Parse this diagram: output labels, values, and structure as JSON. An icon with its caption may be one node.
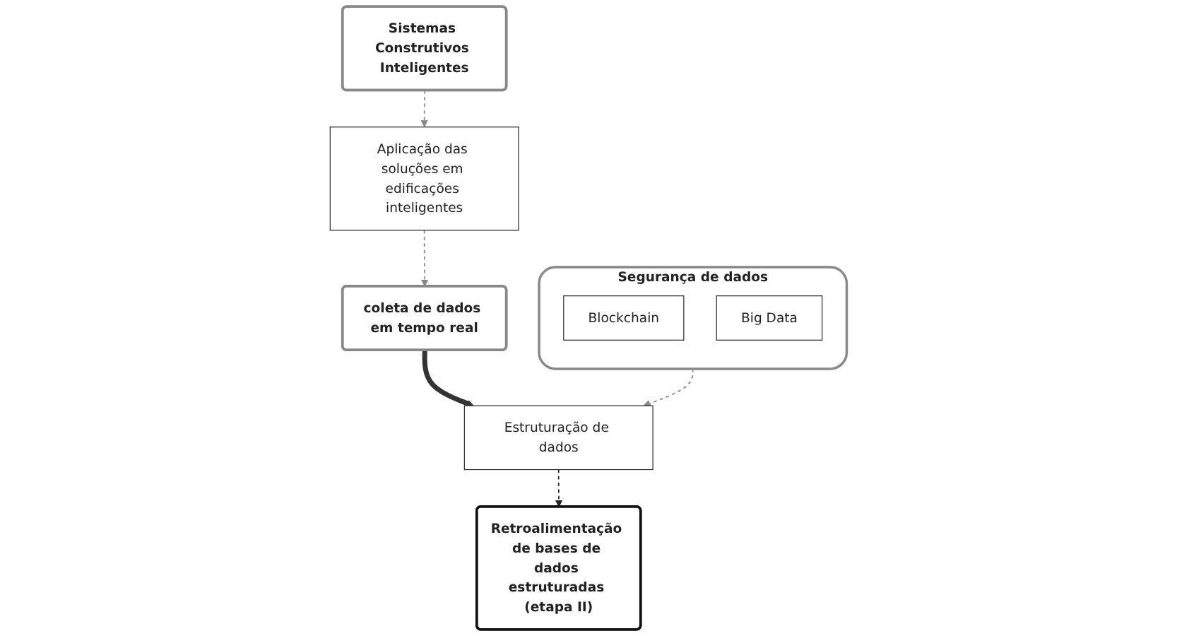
{
  "diagram": {
    "nodes": [
      {
        "text": [
          "Sistemas Construtivos Inteligentes"
        ]
      },
      {
        "text": [
          "Aplicação das soluções em edificações inteligentes"
        ]
      },
      {
        "text": [
          "Segurança de dados"
        ]
      },
      {
        "text": [
          "Blockchain"
        ],
        "in": 2
      },
      {
        "text": [
          "Big Data"
        ],
        "in": 2
      },
      {
        "text": [
          "coleta de dados em tempo real"
        ]
      },
      {
        "text": [
          "Estruturação de dados"
        ]
      },
      {
        "text": [
          "Retroalimentação de bases de dados estruturadas (etapa II)"
        ]
      }
    ],
    "edges": [
      {
        "from": 0,
        "to": 1,
        "arrow": "to",
        "style": "dashed"
      },
      {
        "from": 1,
        "to": 5,
        "arrow": "to",
        "style": "dashed"
      },
      {
        "from": 2,
        "to": 6,
        "arrow": "to",
        "style": "dashed"
      },
      {
        "from": 5,
        "to": 6,
        "arrow": "to",
        "style": "thick",
        "color": "#333333"
      },
      {
        "from": 6,
        "to": 7,
        "arrow": "to",
        "style": "dashed",
        "color": "#222222"
      }
    ]
  }
}
